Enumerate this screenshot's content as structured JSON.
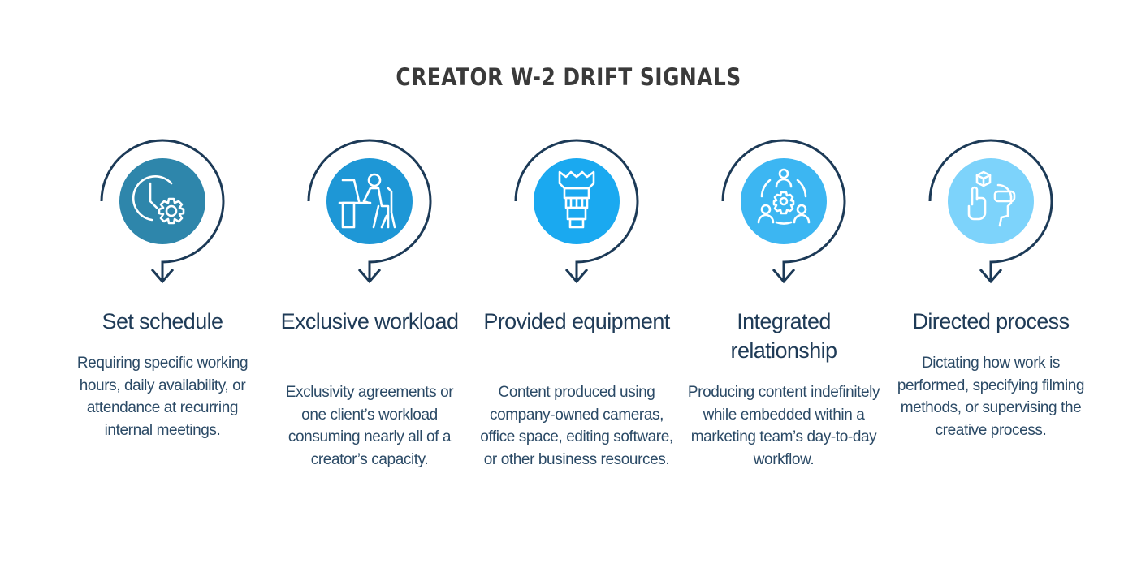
{
  "title": "CREATOR W-2 DRIFT SIGNALS",
  "colors": {
    "ring": "#1c3a57",
    "circle_1": "#2e86ab",
    "circle_2": "#1e97d6",
    "circle_3": "#1aa9f0",
    "circle_4": "#3cb6f2",
    "circle_5": "#7dd3fb",
    "icon_stroke": "#ffffff"
  },
  "cards": [
    {
      "icon": "clock-gear-icon",
      "title": "Set schedule",
      "description": "Requiring specific working hours, daily availability, or attendance at recurring internal meetings."
    },
    {
      "icon": "person-at-desk-icon",
      "title": "Exclusive workload",
      "description": "Exclusivity agreements or one client’s workload consuming nearly all of a creator’s capacity."
    },
    {
      "icon": "camera-lens-icon",
      "title": "Provided equipment",
      "description": "Content produced using company-owned cameras, office space, editing software, or other business resources."
    },
    {
      "icon": "team-gear-icon",
      "title": "Integrated relationship",
      "description": "Producing content indefinitely while embedded within a marketing team’s day-to-day workflow."
    },
    {
      "icon": "hand-cube-vr-icon",
      "title": "Directed process",
      "description": "Dictating how work is performed, specifying filming methods, or supervising the creative process."
    }
  ]
}
